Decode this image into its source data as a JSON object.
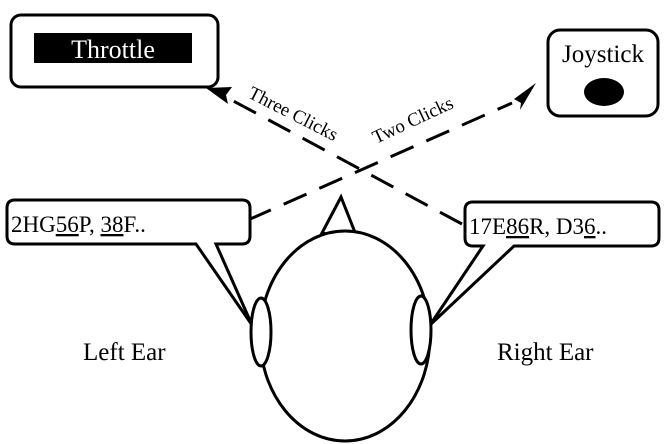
{
  "throttle": {
    "label": "Throttle"
  },
  "joystick": {
    "label": "Joystick"
  },
  "arrows": {
    "left_label": "Three Clicks",
    "right_label": "Two Clicks"
  },
  "left_ear": {
    "label": "Left Ear",
    "code_parts": [
      "2HG",
      "56",
      "P, ",
      "38",
      "F.."
    ]
  },
  "right_ear": {
    "label": "Right Ear",
    "code_parts": [
      "17E",
      "86",
      "R, D3",
      "6",
      ".."
    ]
  }
}
